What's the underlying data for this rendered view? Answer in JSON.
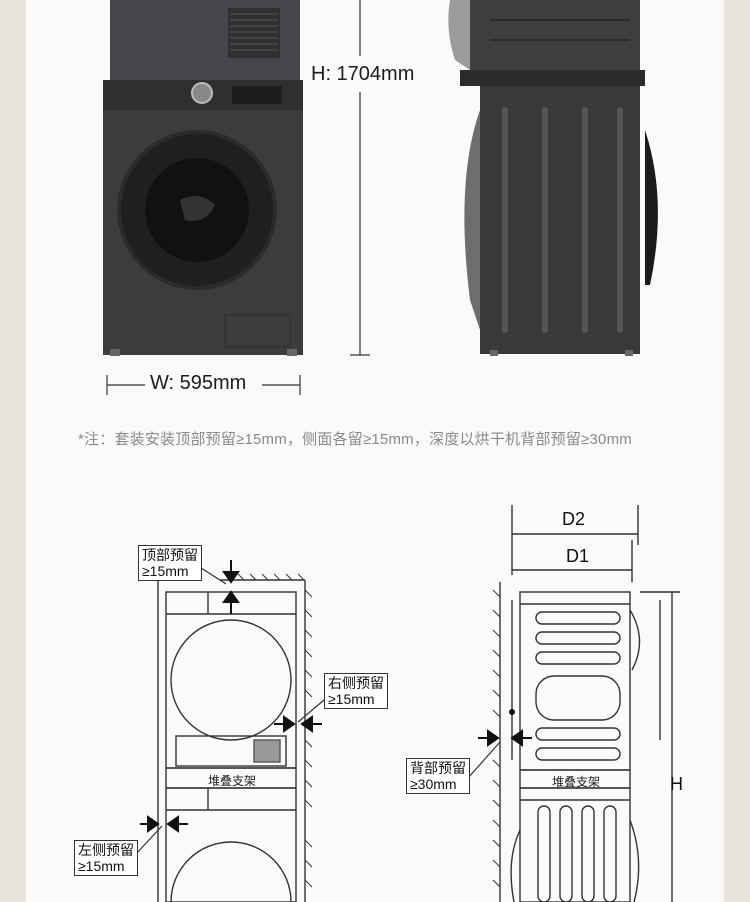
{
  "dimensions": {
    "height_label": "H: 1704mm",
    "width_label": "W: 595mm"
  },
  "note": "*注：套装安装顶部预留≥15mm，侧面各留≥15mm，深度以烘干机背部预留≥30mm",
  "front_diagram": {
    "top_clearance": {
      "line1": "顶部预留",
      "line2": "≥15mm"
    },
    "right_clearance": {
      "line1": "右侧预留",
      "line2": "≥15mm"
    },
    "left_clearance": {
      "line1": "左侧预留",
      "line2": "≥15mm"
    },
    "stack_rack": "堆叠支架"
  },
  "side_diagram": {
    "d2": "D2",
    "d1": "D1",
    "h": "H",
    "back_clearance": {
      "line1": "背部预留",
      "line2": "≥30mm"
    },
    "stack_rack": "堆叠支架"
  },
  "colors": {
    "machine": "#3b3c3e",
    "panel": "#fbfaf8",
    "line": "#333333"
  }
}
